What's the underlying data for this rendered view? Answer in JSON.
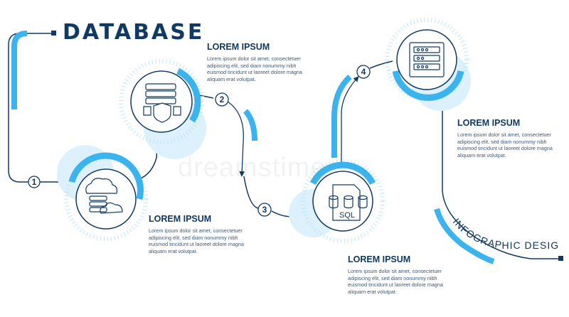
{
  "title": "DATABASE",
  "subtitle": "INFOGRAPHIC DESIGN",
  "watermark": "dreamstime",
  "colors": {
    "navy": "#103a63",
    "accent": "#3bb4ee",
    "light": "#dcf1fb"
  },
  "steps": [
    {
      "number": "1",
      "heading": "LOREM IPSUM",
      "body": "Lorem ipsum dolor sit amet, consectetuer adipiscing elit, sed diam nonummy nibh euismod tincidunt ut laoreet dolore magna aliquam erat volutpat.",
      "icon": "cloud-database-icon"
    },
    {
      "number": "2",
      "heading": "LOREM IPSUM",
      "body": "Lorem ipsum dolor sit amet, consectetuer adipiscing elit, sed diam nonummy nibh euismod tincidunt ut laoreet dolore magna aliquam erat volutpat.",
      "icon": "database-shield-icon"
    },
    {
      "number": "3",
      "heading": "LOREM IPSUM",
      "body": "Lorem ipsum dolor sit amet, consectetuer adipiscing elit, sed diam nonummy nibh euismod tincidunt ut laoreet dolore magna aliquam erat volutpat.",
      "icon": "sql-file-icon"
    },
    {
      "number": "4",
      "heading": "LOREM IPSUM",
      "body": "Lorem ipsum dolor sit amet, consectetuer adipiscing elit, sed diam nonummy nibh euismod tincidunt ut laoreet dolore magna aliquam erat volutpat.",
      "icon": "server-rack-icon"
    }
  ]
}
